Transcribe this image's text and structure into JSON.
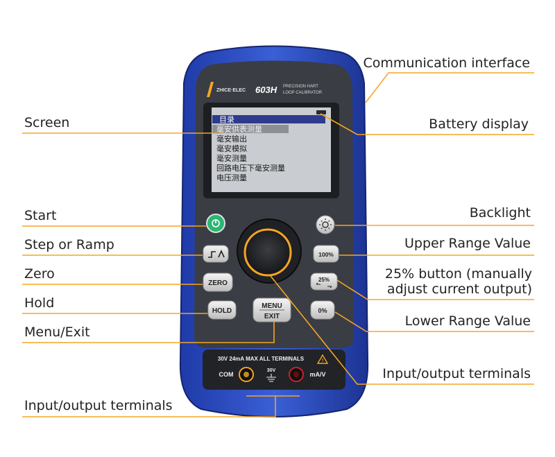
{
  "colors": {
    "leader": "#f5a623",
    "body_blue": "#2d4fc4",
    "body_dark": "#1a2a7a",
    "face": "#3a3d44",
    "screen_bg": "#c9ccd0",
    "screen_highlight": "#2e3a8c",
    "knob_ring": "#f5a623",
    "start_green": "#2bb673",
    "label_text": "#222222"
  },
  "callouts": {
    "communication_interface": "Communication interface",
    "screen": "Screen",
    "battery_display": "Battery display",
    "start": "Start",
    "backlight": "Backlight",
    "step_or_ramp": "Step or Ramp",
    "upper_range_value": "Upper Range Value",
    "zero": "Zero",
    "pct25_line1": "25% button (manually",
    "pct25_line2": "adjust current output)",
    "hold": "Hold",
    "menu_exit": "Menu/Exit",
    "lower_range_value": "Lower Range Value",
    "io_terminals_right": "Input/output terminals",
    "io_terminals_bottom": "Input/output terminals"
  },
  "device": {
    "brand": "ZHICE·ELEC",
    "model": "603H",
    "subtitle_line1": "PRECISION HART",
    "subtitle_line2": "LOOP CALIBRATOR",
    "screen_menu": [
      "目录",
      "毫安供表测量",
      "毫安输出",
      "毫安模拟",
      "毫安测量",
      "回路电压下毫安测量",
      "电压测量"
    ],
    "btn_zero": "ZERO",
    "btn_hold": "HOLD",
    "btn_menu_top": "MENU",
    "btn_menu_bottom": "EXIT",
    "btn_100": "100%",
    "btn_25": "25%",
    "btn_0": "0%",
    "terminal_warning": "30V 24mA MAX ALL TERMINALS",
    "terminal_com": "COM",
    "terminal_mid": "30V",
    "terminal_ma": "mA/V"
  }
}
